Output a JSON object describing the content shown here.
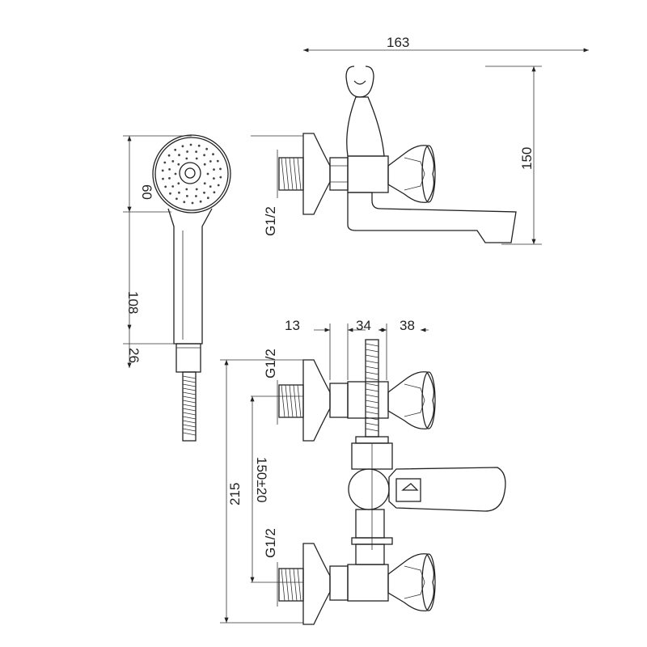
{
  "dimensions": {
    "top_width": "163",
    "top_height": "150",
    "shower_head_diameter": "60",
    "shower_handle_length": "108",
    "shower_neck": "26",
    "thread_top": "G1/2",
    "offset_13": "13",
    "offset_34": "34",
    "offset_38": "38",
    "thread_front_upper": "G1/2",
    "thread_front_lower": "G1/2",
    "height_215": "215",
    "spacing": "150±20"
  }
}
